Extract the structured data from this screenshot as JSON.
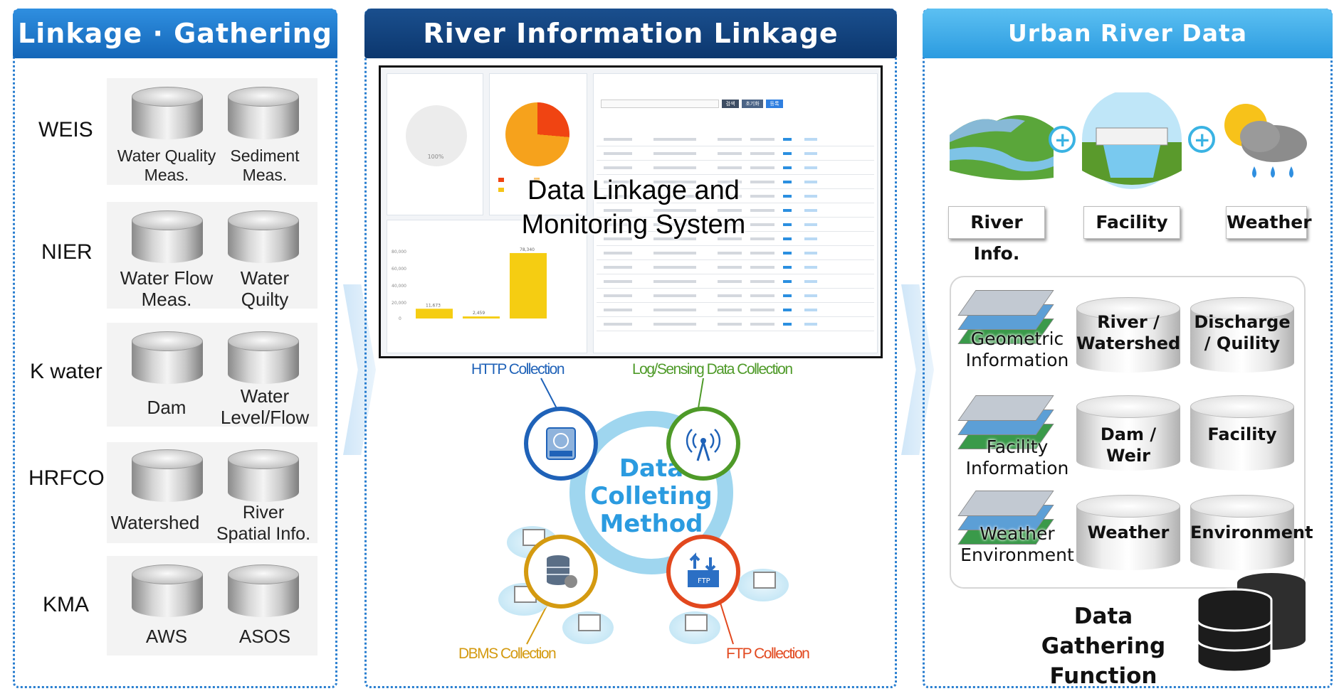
{
  "panels": {
    "left": {
      "title": "Linkage · Gathering",
      "sources": [
        {
          "name": "WEIS",
          "items": [
            [
              "Water Quality",
              "Meas."
            ],
            [
              "Sediment",
              "Meas."
            ]
          ]
        },
        {
          "name": "NIER",
          "items": [
            [
              "Water Flow",
              "Meas."
            ],
            [
              "Water",
              "Quilty"
            ]
          ]
        },
        {
          "name": "K water",
          "items": [
            [
              "Dam",
              ""
            ],
            [
              "Water",
              "Level/Flow"
            ]
          ]
        },
        {
          "name": "HRFCO",
          "items": [
            [
              "Watershed",
              ""
            ],
            [
              "River",
              "Spatial Info."
            ]
          ]
        },
        {
          "name": "KMA",
          "items": [
            [
              "AWS",
              ""
            ],
            [
              "ASOS",
              ""
            ]
          ]
        }
      ]
    },
    "middle": {
      "title": "River Information Linkage",
      "overlay_line1": "Data Linkage and",
      "overlay_line2": "Monitoring System",
      "method_line1": "Data",
      "method_line2": "Colleting",
      "method_line3": "Method",
      "methods": {
        "http": "HTTP Collection",
        "log": "Log/Sensing Data Collection",
        "dbms": "DBMS Collection",
        "ftp": "FTP Collection"
      },
      "screenshot": {
        "bar_values": [
          11673,
          2459,
          78340
        ],
        "bar_labels": [
          "11,673",
          "2,459",
          "78,340"
        ],
        "y_ticks": [
          "80,000",
          "60,000",
          "40,000",
          "20,000",
          "0"
        ],
        "pie_label": "100%",
        "buttons": [
          "검색",
          "초기화",
          "등록"
        ]
      }
    },
    "right": {
      "title": "Urban River Data Management",
      "info_labels": [
        "River Info.",
        "Facility",
        "Weather"
      ],
      "rows": [
        {
          "group": [
            "Geometric",
            "Information"
          ],
          "dbs": [
            [
              "River /",
              "Watershed"
            ],
            [
              "Discharge",
              "/ Quility"
            ]
          ]
        },
        {
          "group": [
            "Facility",
            "Information"
          ],
          "dbs": [
            [
              "Dam / Weir",
              ""
            ],
            [
              "Facility",
              ""
            ]
          ]
        },
        {
          "group": [
            "Weather",
            "Environment"
          ],
          "dbs": [
            [
              "Weather",
              ""
            ],
            [
              "Environment",
              ""
            ]
          ]
        }
      ],
      "function_line1": "Data Gathering",
      "function_line2": "Function"
    }
  },
  "colors": {
    "http": "#1f62b8",
    "log": "#4e9a28",
    "dbms": "#d49a10",
    "ftp": "#e2481e"
  }
}
